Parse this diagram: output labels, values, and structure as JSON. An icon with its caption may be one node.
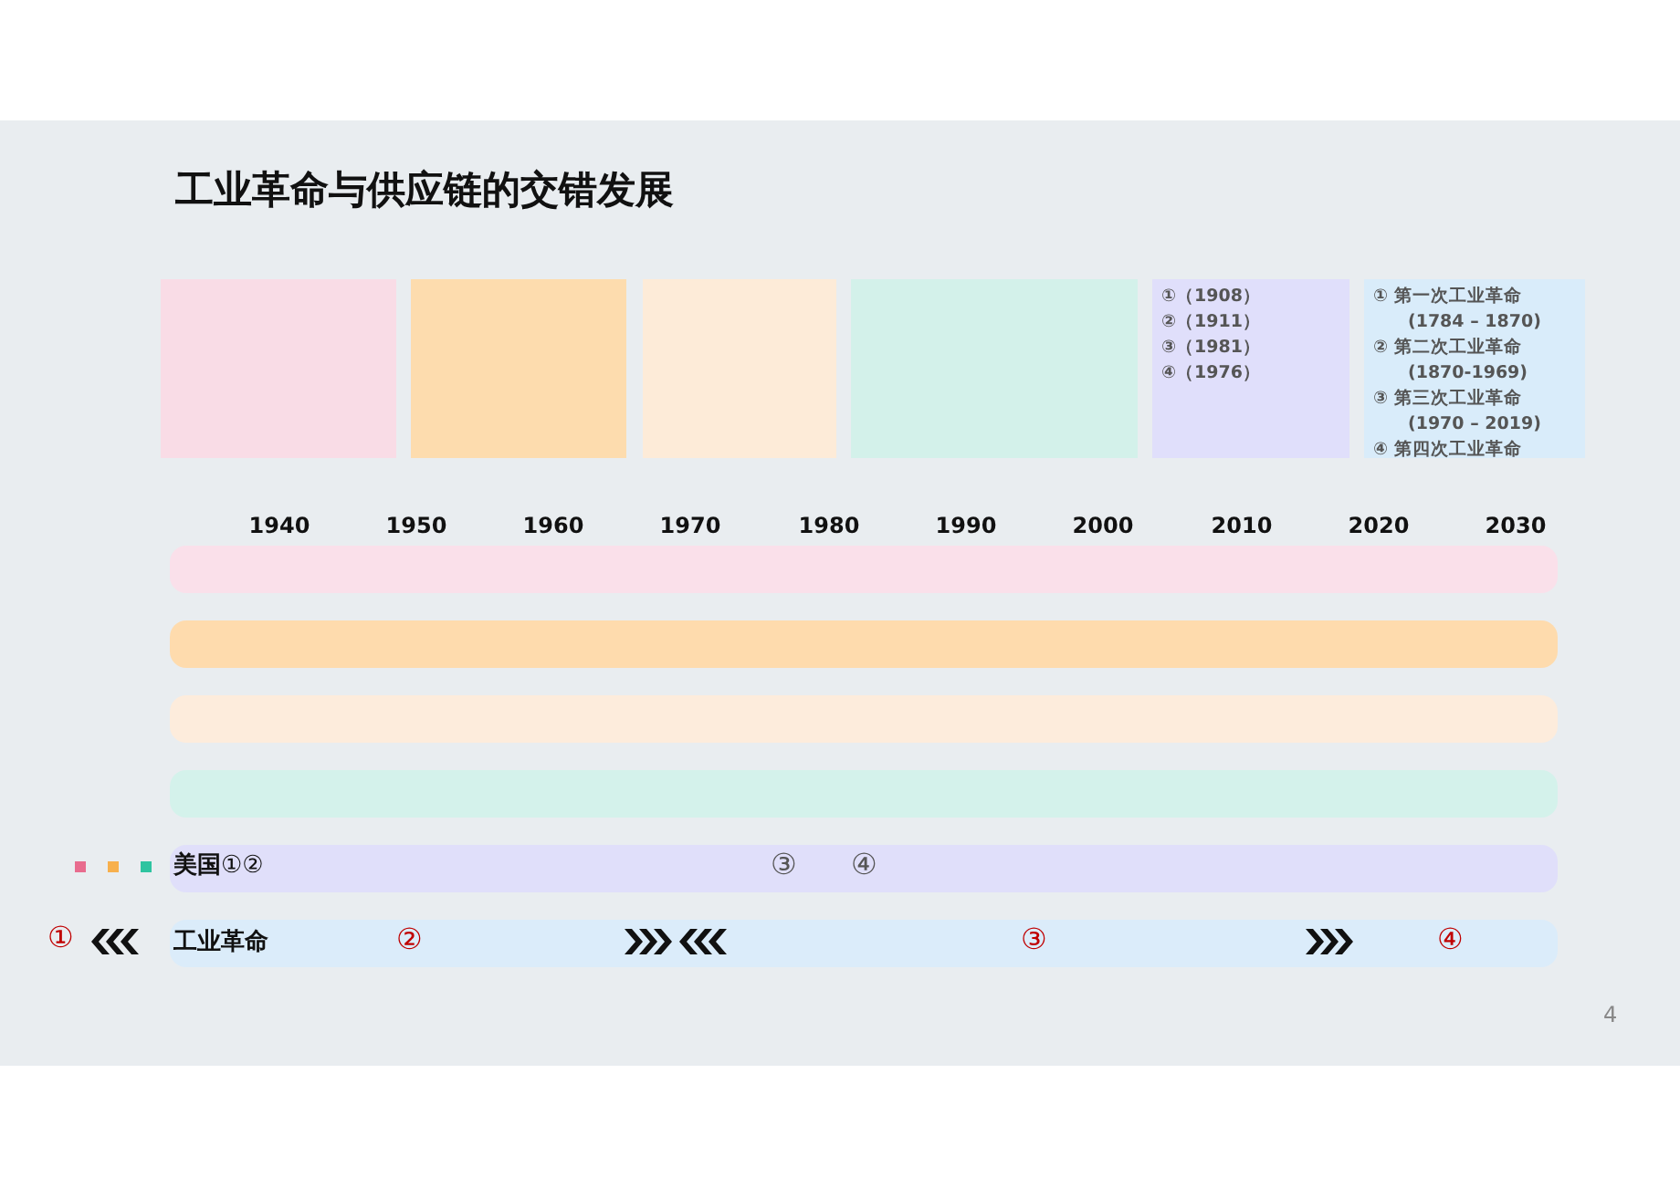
{
  "diagram": {
    "title": "工业革命与供应链的交错发展",
    "nodes": [
      {
        "text": [],
        "shape": "box"
      },
      {
        "text": [],
        "shape": "box"
      },
      {
        "text": [],
        "shape": "box"
      },
      {
        "text": [],
        "shape": "box"
      },
      {
        "text": [
          "①（1908）",
          "②（1911）",
          "③（1981）",
          "④（1976）"
        ]
      },
      {
        "text": [
          "① 第一次工业革命 (1784 – 1870)",
          "② 第二次工业革命 (1870-1969)",
          "③ 第三次工业革命 (1970 – 2019)",
          "④ 第四次工业革命"
        ]
      },
      {
        "text": [],
        "shape": "bar"
      },
      {
        "text": [],
        "shape": "bar"
      },
      {
        "text": [],
        "shape": "bar"
      },
      {
        "text": [],
        "shape": "bar"
      },
      {
        "text": [
          "**美国**①②",
          "③",
          "④"
        ]
      },
      {
        "text": [
          "工业革命",
          "②",
          "③",
          "④"
        ]
      }
    ],
    "labels": [
      "1940",
      "1950",
      "1960",
      "1970",
      "1980",
      "1990",
      "2000",
      "2010",
      "2020",
      "2030",
      "①",
      "4"
    ]
  }
}
